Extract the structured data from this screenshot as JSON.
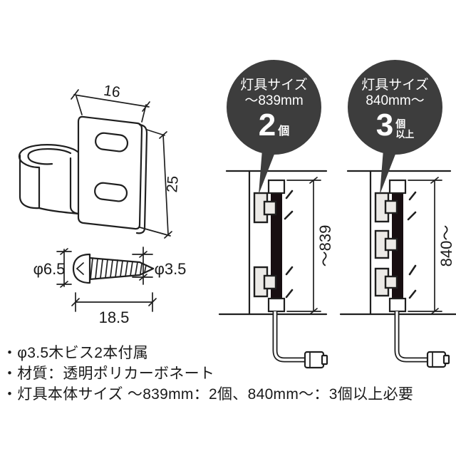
{
  "bracket_drawing": {
    "width_label": "16",
    "height_label": "25"
  },
  "screw_drawing": {
    "head_dia_label": "φ6.5",
    "shaft_dia_label": "φ3.5",
    "length_label": "18.5"
  },
  "bubbles": [
    {
      "line1": "灯具サイズ",
      "line2": "～839mm",
      "count": "2",
      "unit": "個",
      "suffix": ""
    },
    {
      "line1": "灯具サイズ",
      "line2": "840mm～",
      "count": "3",
      "unit": "個",
      "suffix": "以上"
    }
  ],
  "diagrams": [
    {
      "dim_label": "～839",
      "clip_count": 2
    },
    {
      "dim_label": "840～",
      "clip_count": 3
    }
  ],
  "notes": [
    "・φ3.5木ビス2本付属",
    "・材質：透明ポリカーボネート",
    "・灯具本体サイズ ～839mm：2個、840mm～：3個以上必要"
  ],
  "colors": {
    "bubble_bg": "#3d3d3d",
    "bubble_text": "#ffffff",
    "line": "#1f1f1f",
    "bar_fill": "#170e11",
    "clip_fill": "#eceae7",
    "text": "#1a1a1a",
    "background": "#ffffff"
  }
}
